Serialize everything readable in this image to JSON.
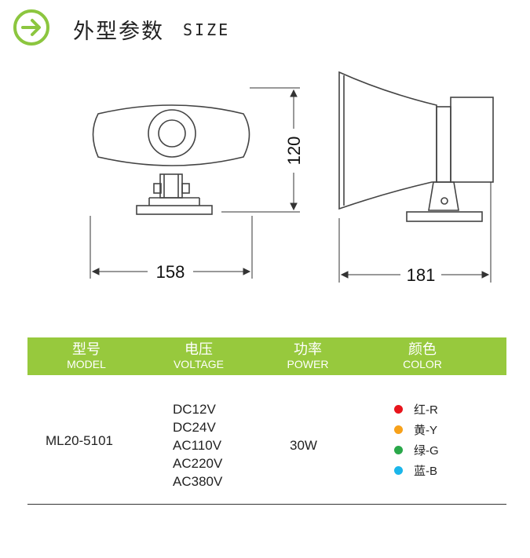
{
  "header": {
    "title_cn": "外型参数",
    "title_en": "SIZE",
    "accent_color": "#8cc63f"
  },
  "diagram": {
    "front_width": "158",
    "front_height": "120",
    "side_depth": "181"
  },
  "table": {
    "header_bg": "#97c93d",
    "columns": [
      {
        "cn": "型号",
        "en": "MODEL"
      },
      {
        "cn": "电压",
        "en": "VOLTAGE"
      },
      {
        "cn": "功率",
        "en": "POWER"
      },
      {
        "cn": "颜色",
        "en": "COLOR"
      }
    ],
    "row": {
      "model": "ML20-5101",
      "voltages": [
        "DC12V",
        "DC24V",
        "AC110V",
        "AC220V",
        "AC380V"
      ],
      "power": "30W",
      "colors": [
        {
          "label": "红-R",
          "hex": "#e8141c"
        },
        {
          "label": "黄-Y",
          "hex": "#f7a11a"
        },
        {
          "label": "绿-G",
          "hex": "#2aa84a"
        },
        {
          "label": "蓝-B",
          "hex": "#1bb6ea"
        }
      ]
    }
  }
}
